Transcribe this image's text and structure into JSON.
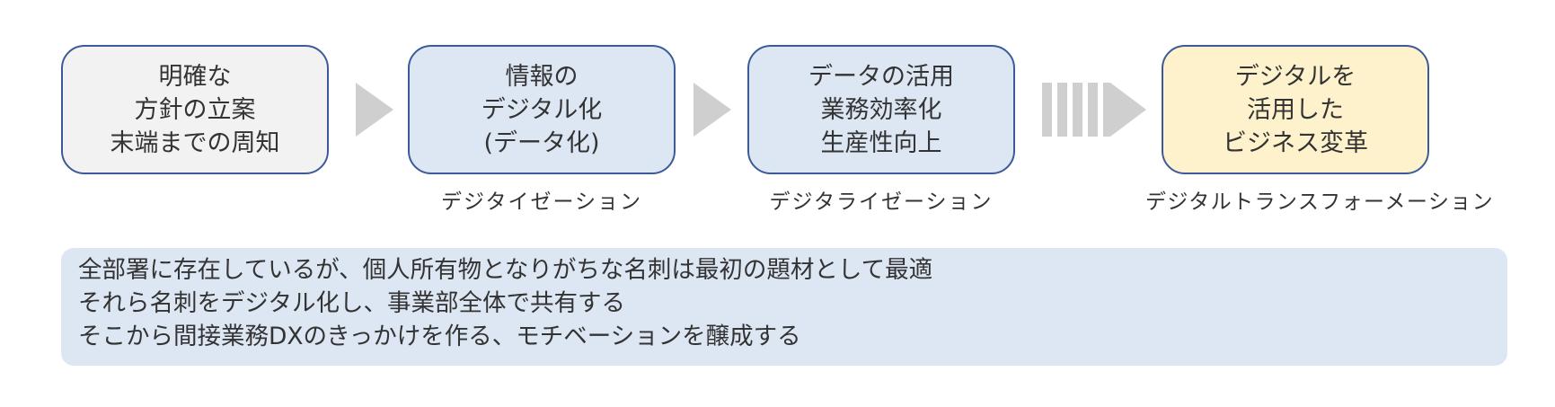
{
  "steps": [
    {
      "lines": [
        "明確な",
        "方針の立案",
        "末端までの周知"
      ],
      "fill": "#f2f2f2"
    },
    {
      "lines": [
        "情報の",
        "デジタル化",
        "(データ化)"
      ],
      "fill": "#dde7f4"
    },
    {
      "lines": [
        "データの活用",
        "業務効率化",
        "生産性向上"
      ],
      "fill": "#dde7f4"
    },
    {
      "lines": [
        "デジタルを",
        "活用した",
        "ビジネス変革"
      ],
      "fill": "#fef2cd"
    }
  ],
  "captions": {
    "digitization": "デジタイゼーション",
    "digitalization": "デジタライゼーション",
    "transformation": "デジタルトランスフォーメーション"
  },
  "note": {
    "lines": [
      "全部署に存在しているが、個人所有物となりがちな名刺は最初の題材として最適",
      "それら名刺をデジタル化し、事業部全体で共有する",
      "そこから間接業務DXのきっかけを作る、モチベーションを醸成する"
    ]
  },
  "colors": {
    "box_border": "#3d5a98",
    "arrow": "#cfcfcf",
    "note_fill": "#dde7f4",
    "text": "#333333"
  },
  "icons": {
    "arrow_1": "chevron-right-triangle",
    "arrow_2": "chevron-right-triangle",
    "arrow_3": "striped-block-arrow"
  }
}
